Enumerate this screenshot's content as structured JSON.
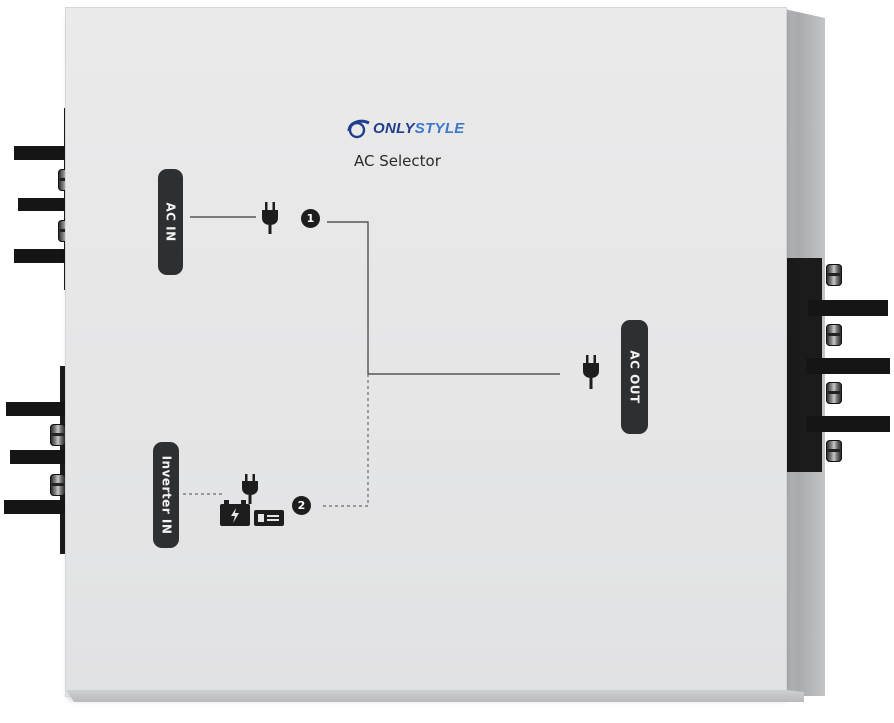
{
  "device": {
    "brand": {
      "prefix": "ONLY",
      "suffix": "STYLE"
    },
    "title": "AC Selector",
    "labels": {
      "ac_in": "AC IN",
      "inverter_in": "Inverter IN",
      "ac_out": "AC OUT"
    },
    "markers": {
      "one": "1",
      "two": "2"
    },
    "icons": {
      "input1": "plug-icon",
      "input2_plug": "plug-icon",
      "battery": "battery-icon",
      "inverter": "inverter-icon",
      "output": "plug-icon"
    },
    "colors": {
      "panel": "#e6e6e7",
      "label_pill": "#2e2f31",
      "terminal": "#151515",
      "brand_blue": "#1f3f8c"
    }
  }
}
